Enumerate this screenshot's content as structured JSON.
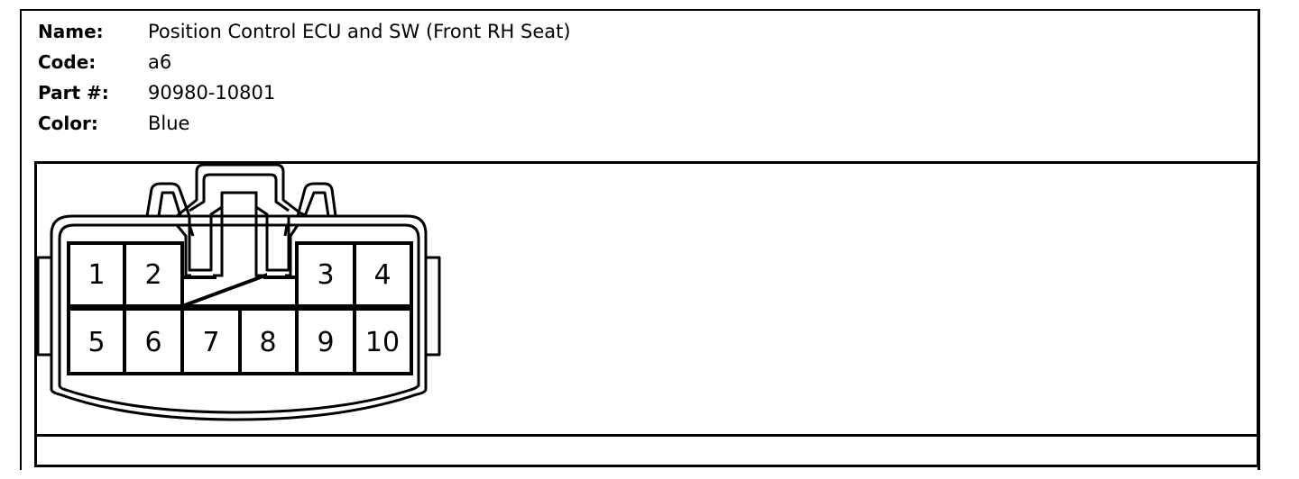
{
  "info": {
    "name_label": "Name:",
    "name_value": "Position Control ECU and SW (Front RH Seat)",
    "code_label": "Code:",
    "code_value": "a6",
    "part_label": "Part #:",
    "part_value": "90980-10801",
    "color_label": "Color:",
    "color_value": "Blue"
  },
  "connector": {
    "pins": [
      {
        "label": "1"
      },
      {
        "label": "2"
      },
      {
        "label": "3"
      },
      {
        "label": "4"
      },
      {
        "label": "5"
      },
      {
        "label": "6"
      },
      {
        "label": "7"
      },
      {
        "label": "8"
      },
      {
        "label": "9"
      },
      {
        "label": "10"
      }
    ]
  }
}
